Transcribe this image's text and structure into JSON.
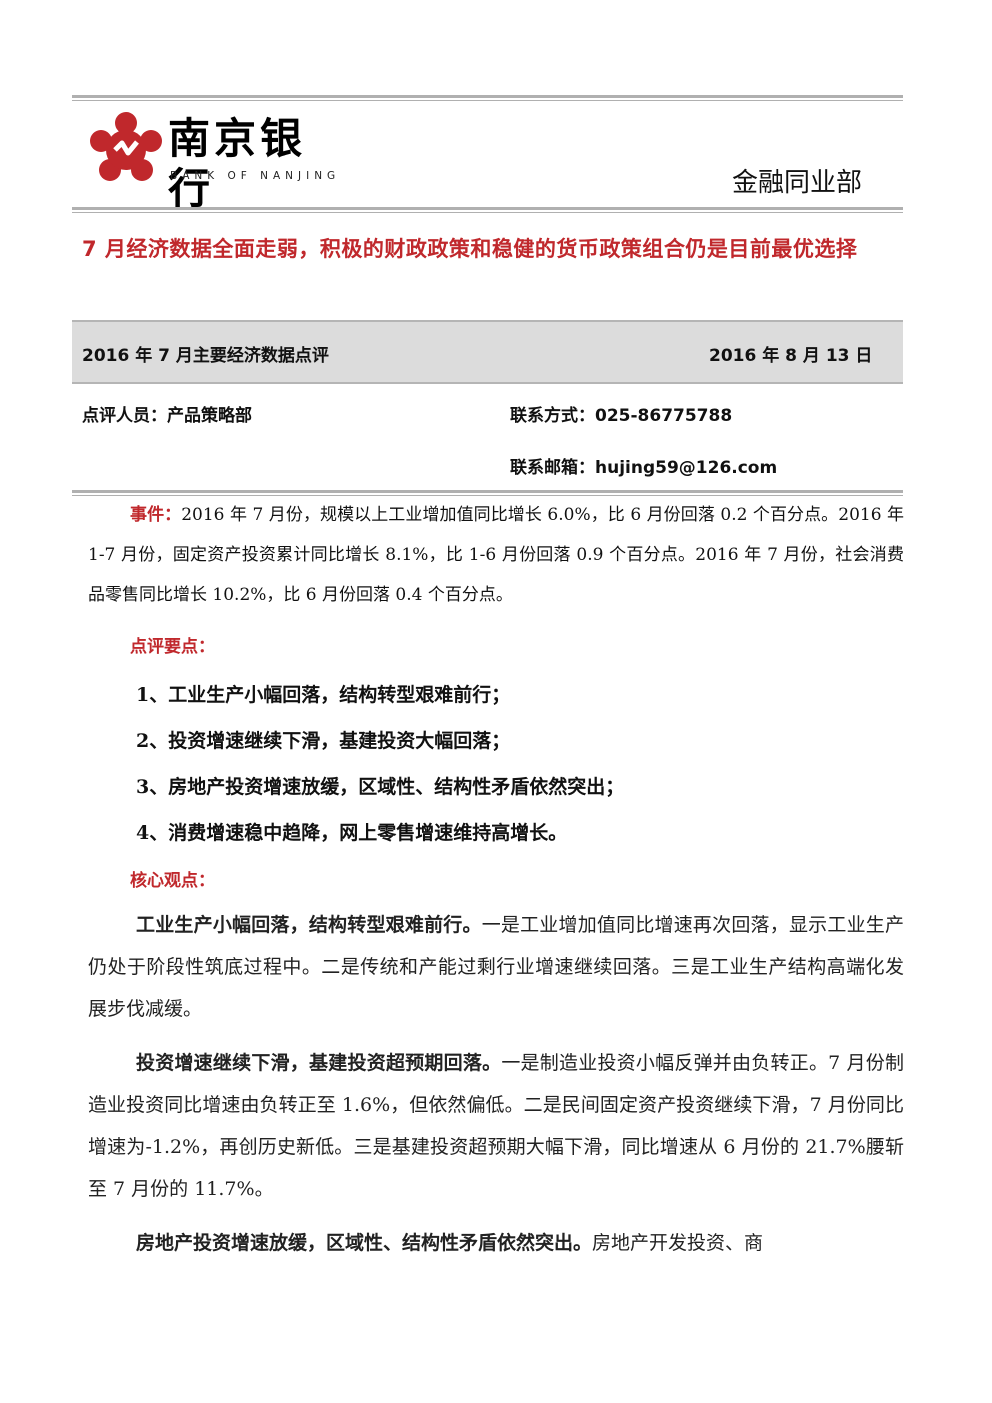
{
  "header": {
    "bank_name_cn": "南京银行",
    "bank_name_en": "BANK OF NANJING",
    "department": "金融同业部",
    "brand_color": "#c0282c"
  },
  "headline": "7 月经济数据全面走弱，积极的财政政策和稳健的货币政策组合仍是目前最优选择",
  "banner": {
    "report_title": "2016 年 7 月主要经济数据点评",
    "date": "2016 年 8 月 13 日"
  },
  "meta": {
    "reviewer": "点评人员：产品策略部",
    "contact": "联系方式：025-86775788",
    "email": "联系邮箱：hujing59@126.com"
  },
  "event": {
    "label": "事件：",
    "text": "2016 年 7 月份，规模以上工业增加值同比增长 6.0%，比 6 月份回落 0.2 个百分点。2016 年 1-7 月份，固定资产投资累计同比增长 8.1%，比 1-6 月份回落 0.9 个百分点。2016 年 7 月份，社会消费品零售同比增长 10.2%，比 6 月份回落 0.4 个百分点。"
  },
  "key_points": {
    "label": "点评要点：",
    "items": [
      "1、工业生产小幅回落，结构转型艰难前行；",
      "2、投资增速继续下滑，基建投资大幅回落；",
      "3、房地产投资增速放缓，区域性、结构性矛盾依然突出；",
      "4、消费增速稳中趋降，网上零售增速维持高增长。"
    ]
  },
  "core_views": {
    "label": "核心观点：",
    "paragraphs": [
      {
        "lead": "工业生产小幅回落，结构转型艰难前行。",
        "text": "一是工业增加值同比增速再次回落，显示工业生产仍处于阶段性筑底过程中。二是传统和产能过剩行业增速继续回落。三是工业生产结构高端化发展步伐减缓。"
      },
      {
        "lead": "投资增速继续下滑，基建投资超预期回落。",
        "text": "一是制造业投资小幅反弹并由负转正。7 月份制造业投资同比增速由负转正至 1.6%，但依然偏低。二是民间固定资产投资继续下滑，7 月份同比增速为-1.2%，再创历史新低。三是基建投资超预期大幅下滑，同比增速从 6 月份的 21.7%腰斩至 7 月份的 11.7%。"
      },
      {
        "lead": "房地产投资增速放缓，区域性、结构性矛盾依然突出。",
        "text": "房地产开发投资、商"
      }
    ]
  }
}
